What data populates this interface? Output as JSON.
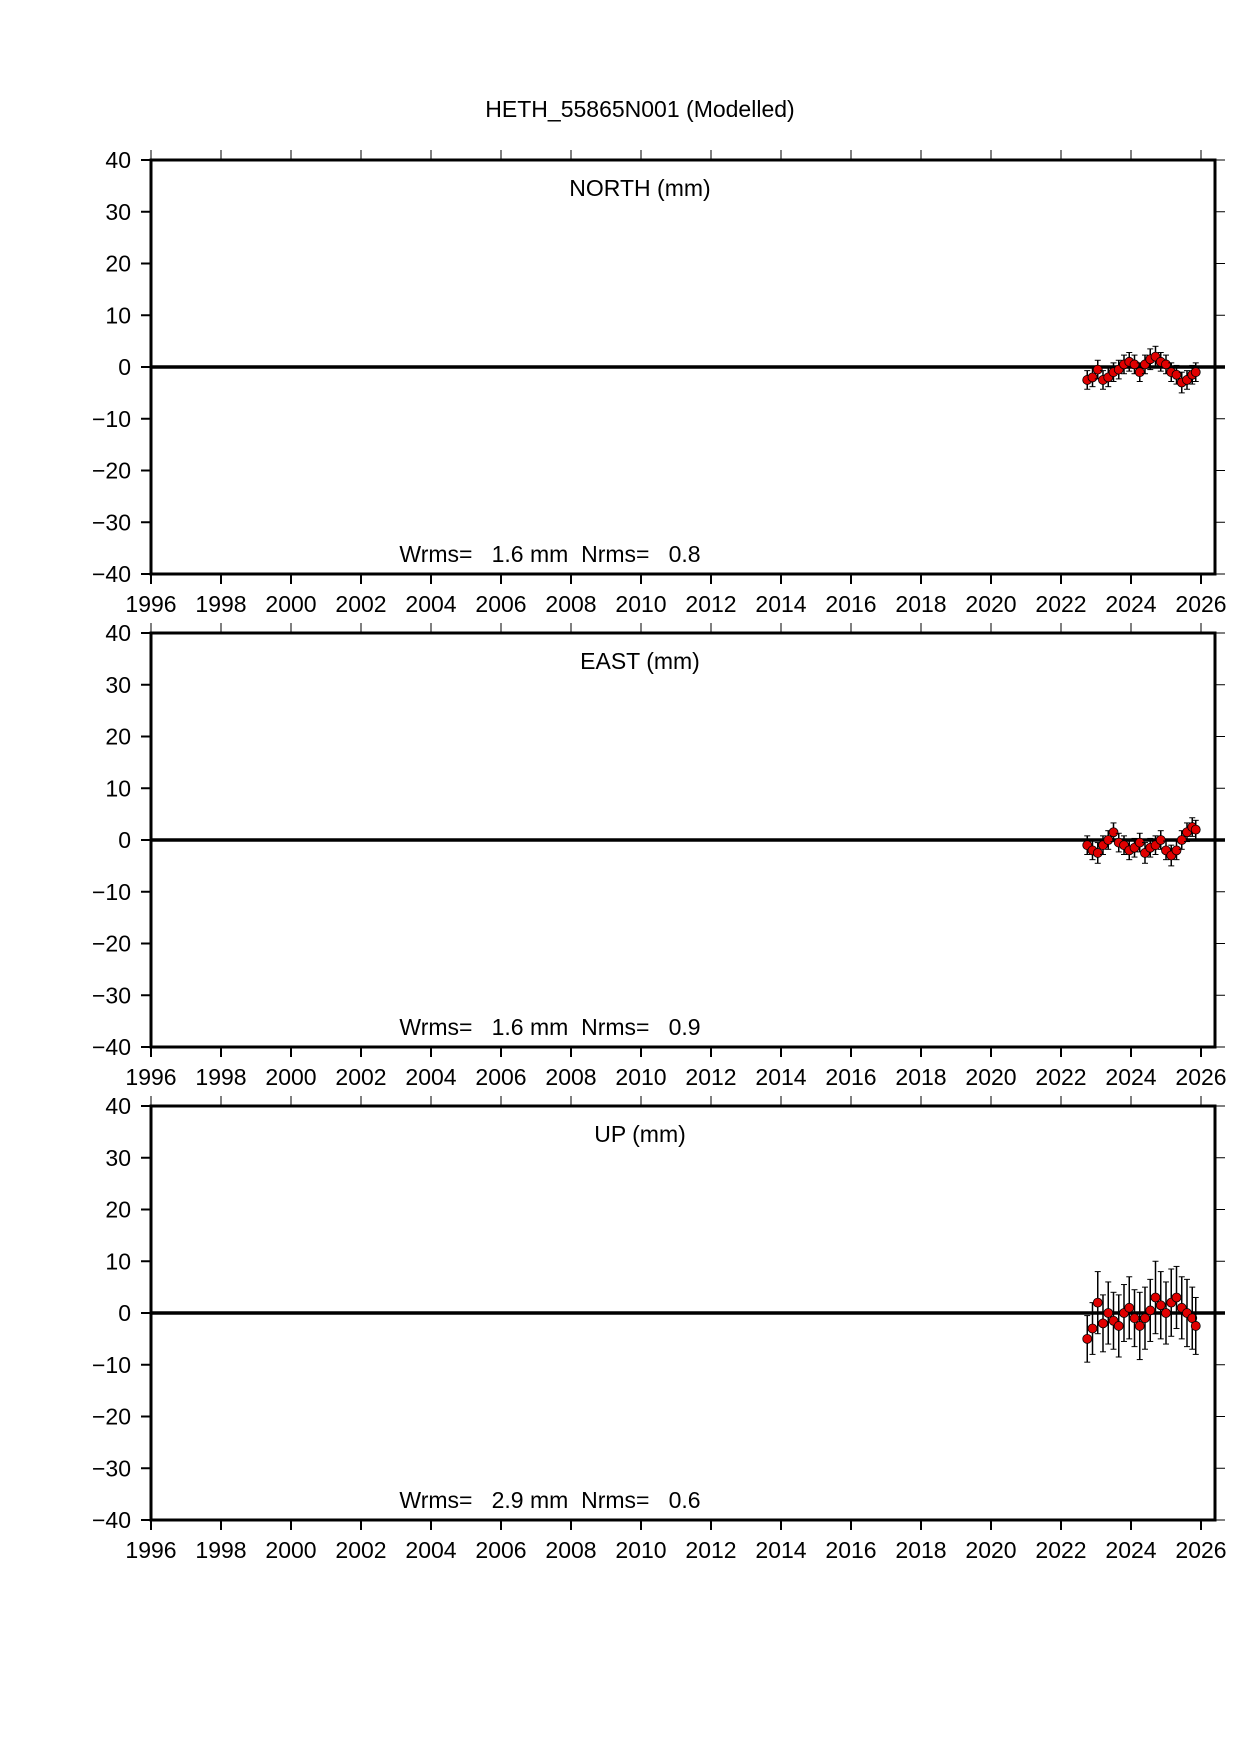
{
  "page_title": "HETH_55865N001 (Modelled)",
  "chart_data": [
    {
      "type": "scatter",
      "title": "NORTH (mm)",
      "wrms": "1.6",
      "nrms": "0.8",
      "stats_text": "Wrms=   1.6 mm  Nrms=   0.8",
      "xlim": [
        1996,
        2026.4
      ],
      "ylim": [
        -40,
        40
      ],
      "xticks": [
        1996,
        1998,
        2000,
        2002,
        2004,
        2006,
        2008,
        2010,
        2012,
        2014,
        2016,
        2018,
        2020,
        2022,
        2024,
        2026
      ],
      "yticks": [
        -40,
        -30,
        -20,
        -10,
        0,
        10,
        20,
        30,
        40
      ],
      "zero_line": true,
      "marker_color": "#e00000",
      "errorbar_color": "#000000",
      "series": [
        {
          "x": [
            2022.75,
            2022.9,
            2023.05,
            2023.2,
            2023.35,
            2023.5,
            2023.65,
            2023.8,
            2023.95,
            2024.1,
            2024.25,
            2024.4,
            2024.55,
            2024.7,
            2024.85,
            2025.0,
            2025.15,
            2025.3,
            2025.45,
            2025.6,
            2025.75,
            2025.85
          ],
          "y": [
            -2.5,
            -2.0,
            -0.5,
            -2.5,
            -2.0,
            -1.0,
            -0.5,
            0.5,
            1.0,
            0.5,
            -1.0,
            0.5,
            1.5,
            2.0,
            1.0,
            0.5,
            -1.0,
            -1.5,
            -3.0,
            -2.5,
            -1.5,
            -1.0
          ],
          "err": [
            1.8,
            1.8,
            1.8,
            1.8,
            1.8,
            1.8,
            1.8,
            1.8,
            1.8,
            1.8,
            1.8,
            1.8,
            2.0,
            2.0,
            1.8,
            1.8,
            1.8,
            1.8,
            2.0,
            1.8,
            1.8,
            1.8
          ]
        }
      ]
    },
    {
      "type": "scatter",
      "title": "EAST (mm)",
      "wrms": "1.6",
      "nrms": "0.9",
      "stats_text": "Wrms=   1.6 mm  Nrms=   0.9",
      "xlim": [
        1996,
        2026.4
      ],
      "ylim": [
        -40,
        40
      ],
      "xticks": [
        1996,
        1998,
        2000,
        2002,
        2004,
        2006,
        2008,
        2010,
        2012,
        2014,
        2016,
        2018,
        2020,
        2022,
        2024,
        2026
      ],
      "yticks": [
        -40,
        -30,
        -20,
        -10,
        0,
        10,
        20,
        30,
        40
      ],
      "zero_line": true,
      "marker_color": "#e00000",
      "errorbar_color": "#000000",
      "series": [
        {
          "x": [
            2022.75,
            2022.9,
            2023.05,
            2023.2,
            2023.35,
            2023.5,
            2023.65,
            2023.8,
            2023.95,
            2024.1,
            2024.25,
            2024.4,
            2024.55,
            2024.7,
            2024.85,
            2025.0,
            2025.15,
            2025.3,
            2025.45,
            2025.6,
            2025.75,
            2025.85
          ],
          "y": [
            -1.0,
            -2.0,
            -2.5,
            -1.0,
            0.0,
            1.5,
            -0.5,
            -1.0,
            -2.0,
            -1.5,
            -0.5,
            -2.5,
            -1.5,
            -1.0,
            0.0,
            -2.0,
            -3.0,
            -2.0,
            0.0,
            1.5,
            2.5,
            2.0
          ],
          "err": [
            1.8,
            1.8,
            2.0,
            1.8,
            1.8,
            1.8,
            1.8,
            1.8,
            1.8,
            1.8,
            1.8,
            2.0,
            1.8,
            1.8,
            1.8,
            1.8,
            2.0,
            1.8,
            1.8,
            1.8,
            1.8,
            1.8
          ]
        }
      ]
    },
    {
      "type": "scatter",
      "title": "UP (mm)",
      "wrms": "2.9",
      "nrms": "0.6",
      "stats_text": "Wrms=   2.9 mm  Nrms=   0.6",
      "xlim": [
        1996,
        2026.4
      ],
      "ylim": [
        -40,
        40
      ],
      "xticks": [
        1996,
        1998,
        2000,
        2002,
        2004,
        2006,
        2008,
        2010,
        2012,
        2014,
        2016,
        2018,
        2020,
        2022,
        2024,
        2026
      ],
      "yticks": [
        -40,
        -30,
        -20,
        -10,
        0,
        10,
        20,
        30,
        40
      ],
      "zero_line": true,
      "marker_color": "#e00000",
      "errorbar_color": "#000000",
      "series": [
        {
          "x": [
            2022.75,
            2022.9,
            2023.05,
            2023.2,
            2023.35,
            2023.5,
            2023.65,
            2023.8,
            2023.95,
            2024.1,
            2024.25,
            2024.4,
            2024.55,
            2024.7,
            2024.85,
            2025.0,
            2025.15,
            2025.3,
            2025.45,
            2025.6,
            2025.75,
            2025.85
          ],
          "y": [
            -5.0,
            -3.0,
            2.0,
            -2.0,
            0.0,
            -1.5,
            -2.5,
            0.0,
            1.0,
            -1.0,
            -2.5,
            -1.0,
            0.5,
            3.0,
            1.5,
            0.0,
            2.0,
            3.0,
            1.0,
            0.0,
            -1.0,
            -2.5
          ],
          "err": [
            4.5,
            5.0,
            6.0,
            5.5,
            6.0,
            5.5,
            6.0,
            5.5,
            6.0,
            5.5,
            6.5,
            6.0,
            6.0,
            7.0,
            6.5,
            6.0,
            6.5,
            6.0,
            6.0,
            6.5,
            6.0,
            5.5
          ]
        }
      ]
    }
  ]
}
